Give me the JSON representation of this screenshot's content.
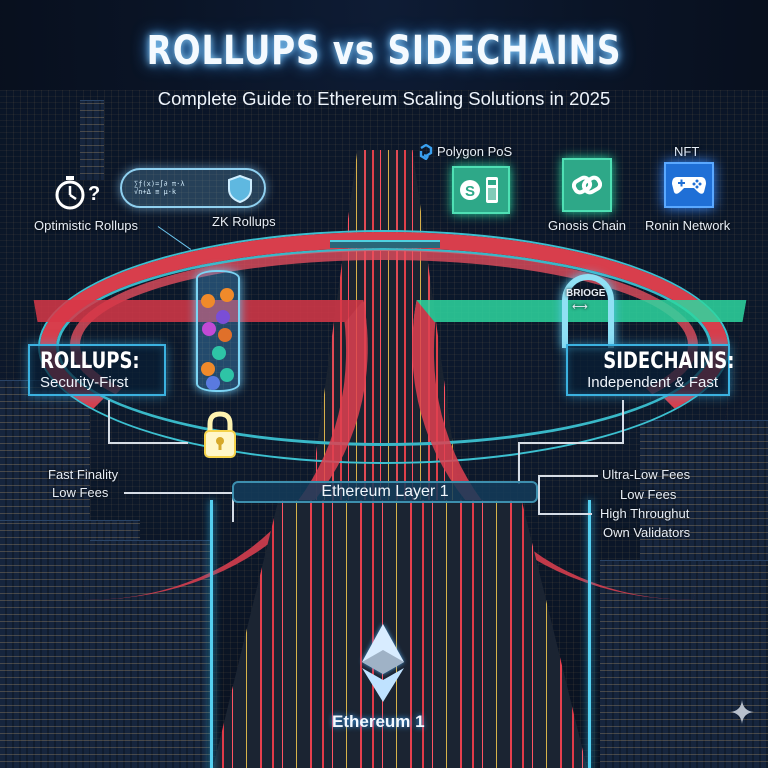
{
  "header": {
    "title": "ROLLUPS vs SIDECHAINS",
    "subtitle": "Complete Guide to Ethereum Scaling Solutions in 2025"
  },
  "rollups": {
    "panel_title": "ROLLUPS:",
    "panel_subtitle": "Security-First",
    "types": [
      {
        "label": "Optimistic Rollups",
        "icon": "stopwatch-question-icon"
      },
      {
        "label": "ZK Rollups",
        "icon": "zk-proof-shield-icon"
      }
    ],
    "features": [
      "Fast Finality",
      "Low Fees"
    ],
    "container_icon": "crypto-coins-cylinder-icon",
    "security_icon": "padlock-icon"
  },
  "sidechains": {
    "panel_title": "SIDECHAINS:",
    "panel_subtitle": "Independent & Fast",
    "types": [
      {
        "label": "Polygon PoS",
        "icon": "payment-terminal-icon"
      },
      {
        "label": "Gnosis Chain",
        "icon": "gnosis-chain-icon"
      },
      {
        "label": "Ronin Network",
        "icon": "gamepad-icon",
        "badge": "NFT"
      }
    ],
    "features": [
      "Ultra-Low Fees",
      "Low Fees",
      "High Throughut",
      "Own Validators"
    ],
    "bridge_label": "BRIOGE"
  },
  "layer1": {
    "banner": "Ethereum Layer 1",
    "logo_label": "Ethereum 1"
  },
  "colors": {
    "background": "#070d1a",
    "accent_cyan": "#3bb2e0",
    "traffic_red": "#e04050",
    "sidechain_green": "#2ea888",
    "ronin_blue": "#1f6fd6",
    "lock_yellow": "#f5d24a"
  }
}
